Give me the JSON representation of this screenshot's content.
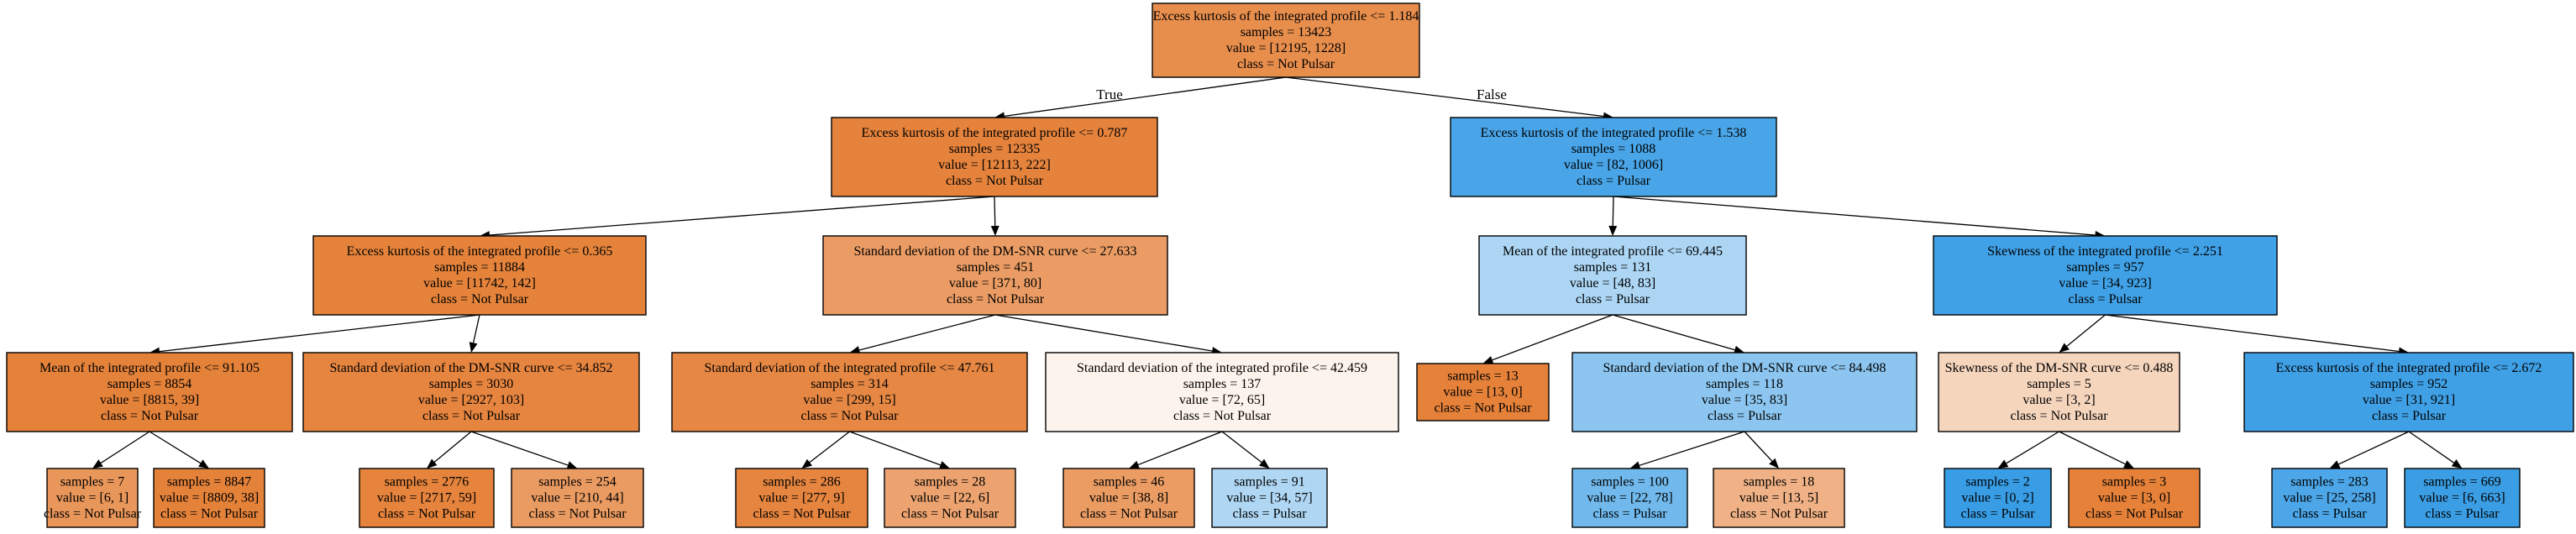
{
  "colors": {
    "not_pulsar_strong": "#e58139",
    "pulsar_strong": "#399de5"
  },
  "edge_labels": {
    "true": "True",
    "false": "False"
  },
  "nodes": [
    {
      "id": "n0",
      "lines": [
        "Excess kurtosis of the integrated profile <= 1.184",
        "samples = 13423",
        "value = [12195, 1228]",
        "class = Not Pulsar"
      ],
      "fill": "#e88e4d"
    },
    {
      "id": "n1",
      "lines": [
        "Excess kurtosis of the integrated profile <= 0.787",
        "samples = 12335",
        "value = [12113, 222]",
        "class = Not Pulsar"
      ],
      "fill": "#e5833d"
    },
    {
      "id": "n2",
      "lines": [
        "Excess kurtosis of the integrated profile <= 1.538",
        "samples = 1088",
        "value = [82, 1006]",
        "class = Pulsar"
      ],
      "fill": "#49a5e7"
    },
    {
      "id": "n3",
      "lines": [
        "Excess kurtosis of the integrated profile <= 0.365",
        "samples = 11884",
        "value = [11742, 142]",
        "class = Not Pulsar"
      ],
      "fill": "#e5833b"
    },
    {
      "id": "n4",
      "lines": [
        "Standard deviation of the DM-SNR curve <= 27.633",
        "samples = 451",
        "value = [371, 80]",
        "class = Not Pulsar"
      ],
      "fill": "#eb9c64"
    },
    {
      "id": "n5",
      "lines": [
        "Mean of the integrated profile <= 69.445",
        "samples = 131",
        "value = [48, 83]",
        "class = Pulsar"
      ],
      "fill": "#acd6f4"
    },
    {
      "id": "n6",
      "lines": [
        "Skewness of the integrated profile <= 2.251",
        "samples = 957",
        "value = [34, 923]",
        "class = Pulsar"
      ],
      "fill": "#40a1e6"
    },
    {
      "id": "n7",
      "lines": [
        "Mean of the integrated profile <= 91.105",
        "samples = 8854",
        "value = [8815, 39]",
        "class = Not Pulsar"
      ],
      "fill": "#e5823a"
    },
    {
      "id": "n8",
      "lines": [
        "Standard deviation of the DM-SNR curve <= 34.852",
        "samples = 3030",
        "value = [2927, 103]",
        "class = Not Pulsar"
      ],
      "fill": "#e68540"
    },
    {
      "id": "n9",
      "lines": [
        "Standard deviation of the integrated profile <= 47.761",
        "samples = 314",
        "value = [299, 15]",
        "class = Not Pulsar"
      ],
      "fill": "#e68743"
    },
    {
      "id": "n10",
      "lines": [
        "Standard deviation of the integrated profile <= 42.459",
        "samples = 137",
        "value = [72, 65]",
        "class = Not Pulsar"
      ],
      "fill": "#fcf3ec"
    },
    {
      "id": "n11",
      "lines": [
        "samples = 13",
        "value = [13, 0]",
        "class = Not Pulsar"
      ],
      "fill": "#e58139"
    },
    {
      "id": "n12",
      "lines": [
        "Standard deviation of the DM-SNR curve <= 84.498",
        "samples = 118",
        "value = [35, 83]",
        "class = Pulsar"
      ],
      "fill": "#8cc6f0"
    },
    {
      "id": "n13",
      "lines": [
        "Skewness of the DM-SNR curve <= 0.488",
        "samples = 5",
        "value = [3, 2]",
        "class = Not Pulsar"
      ],
      "fill": "#f6d5bd"
    },
    {
      "id": "n14",
      "lines": [
        "Excess kurtosis of the integrated profile <= 2.672",
        "samples = 952",
        "value = [31, 921]",
        "class = Pulsar"
      ],
      "fill": "#40a0e6"
    },
    {
      "id": "n15",
      "lines": [
        "samples = 7",
        "value = [6, 1]",
        "class = Not Pulsar"
      ],
      "fill": "#e9965a"
    },
    {
      "id": "n16",
      "lines": [
        "samples = 8847",
        "value = [8809, 38]",
        "class = Not Pulsar"
      ],
      "fill": "#e5823a"
    },
    {
      "id": "n17",
      "lines": [
        "samples = 2776",
        "value = [2717, 59]",
        "class = Not Pulsar"
      ],
      "fill": "#e6843d"
    },
    {
      "id": "n18",
      "lines": [
        "samples = 254",
        "value = [210, 44]",
        "class = Not Pulsar"
      ],
      "fill": "#ea9b62"
    },
    {
      "id": "n19",
      "lines": [
        "samples = 286",
        "value = [277, 9]",
        "class = Not Pulsar"
      ],
      "fill": "#e6853f"
    },
    {
      "id": "n20",
      "lines": [
        "samples = 28",
        "value = [22, 6]",
        "class = Not Pulsar"
      ],
      "fill": "#eca36f"
    },
    {
      "id": "n21",
      "lines": [
        "samples = 46",
        "value = [38, 8]",
        "class = Not Pulsar"
      ],
      "fill": "#ea9c63"
    },
    {
      "id": "n22",
      "lines": [
        "samples = 91",
        "value = [34, 57]",
        "class = Pulsar"
      ],
      "fill": "#afd7f4"
    },
    {
      "id": "n23",
      "lines": [
        "samples = 100",
        "value = [22, 78]",
        "class = Pulsar"
      ],
      "fill": "#71b9ec"
    },
    {
      "id": "n24",
      "lines": [
        "samples = 18",
        "value = [13, 5]",
        "class = Not Pulsar"
      ],
      "fill": "#efb185"
    },
    {
      "id": "n25",
      "lines": [
        "samples = 2",
        "value = [0, 2]",
        "class = Pulsar"
      ],
      "fill": "#399de5"
    },
    {
      "id": "n26",
      "lines": [
        "samples = 3",
        "value = [3, 0]",
        "class = Not Pulsar"
      ],
      "fill": "#e58139"
    },
    {
      "id": "n27",
      "lines": [
        "samples = 283",
        "value = [25, 258]",
        "class = Pulsar"
      ],
      "fill": "#4ca6e8"
    },
    {
      "id": "n28",
      "lines": [
        "samples = 669",
        "value = [6, 663]",
        "class = Pulsar"
      ],
      "fill": "#3b9ee5"
    }
  ],
  "edges": [
    {
      "from": "n0",
      "to": "n1"
    },
    {
      "from": "n0",
      "to": "n2"
    },
    {
      "from": "n1",
      "to": "n3"
    },
    {
      "from": "n1",
      "to": "n4"
    },
    {
      "from": "n2",
      "to": "n5"
    },
    {
      "from": "n2",
      "to": "n6"
    },
    {
      "from": "n3",
      "to": "n7"
    },
    {
      "from": "n3",
      "to": "n8"
    },
    {
      "from": "n4",
      "to": "n9"
    },
    {
      "from": "n4",
      "to": "n10"
    },
    {
      "from": "n5",
      "to": "n11"
    },
    {
      "from": "n5",
      "to": "n12"
    },
    {
      "from": "n6",
      "to": "n13"
    },
    {
      "from": "n6",
      "to": "n14"
    },
    {
      "from": "n7",
      "to": "n15"
    },
    {
      "from": "n7",
      "to": "n16"
    },
    {
      "from": "n8",
      "to": "n17"
    },
    {
      "from": "n8",
      "to": "n18"
    },
    {
      "from": "n9",
      "to": "n19"
    },
    {
      "from": "n9",
      "to": "n20"
    },
    {
      "from": "n10",
      "to": "n21"
    },
    {
      "from": "n10",
      "to": "n22"
    },
    {
      "from": "n12",
      "to": "n23"
    },
    {
      "from": "n12",
      "to": "n24"
    },
    {
      "from": "n13",
      "to": "n25"
    },
    {
      "from": "n13",
      "to": "n26"
    },
    {
      "from": "n14",
      "to": "n27"
    },
    {
      "from": "n14",
      "to": "n28"
    }
  ]
}
